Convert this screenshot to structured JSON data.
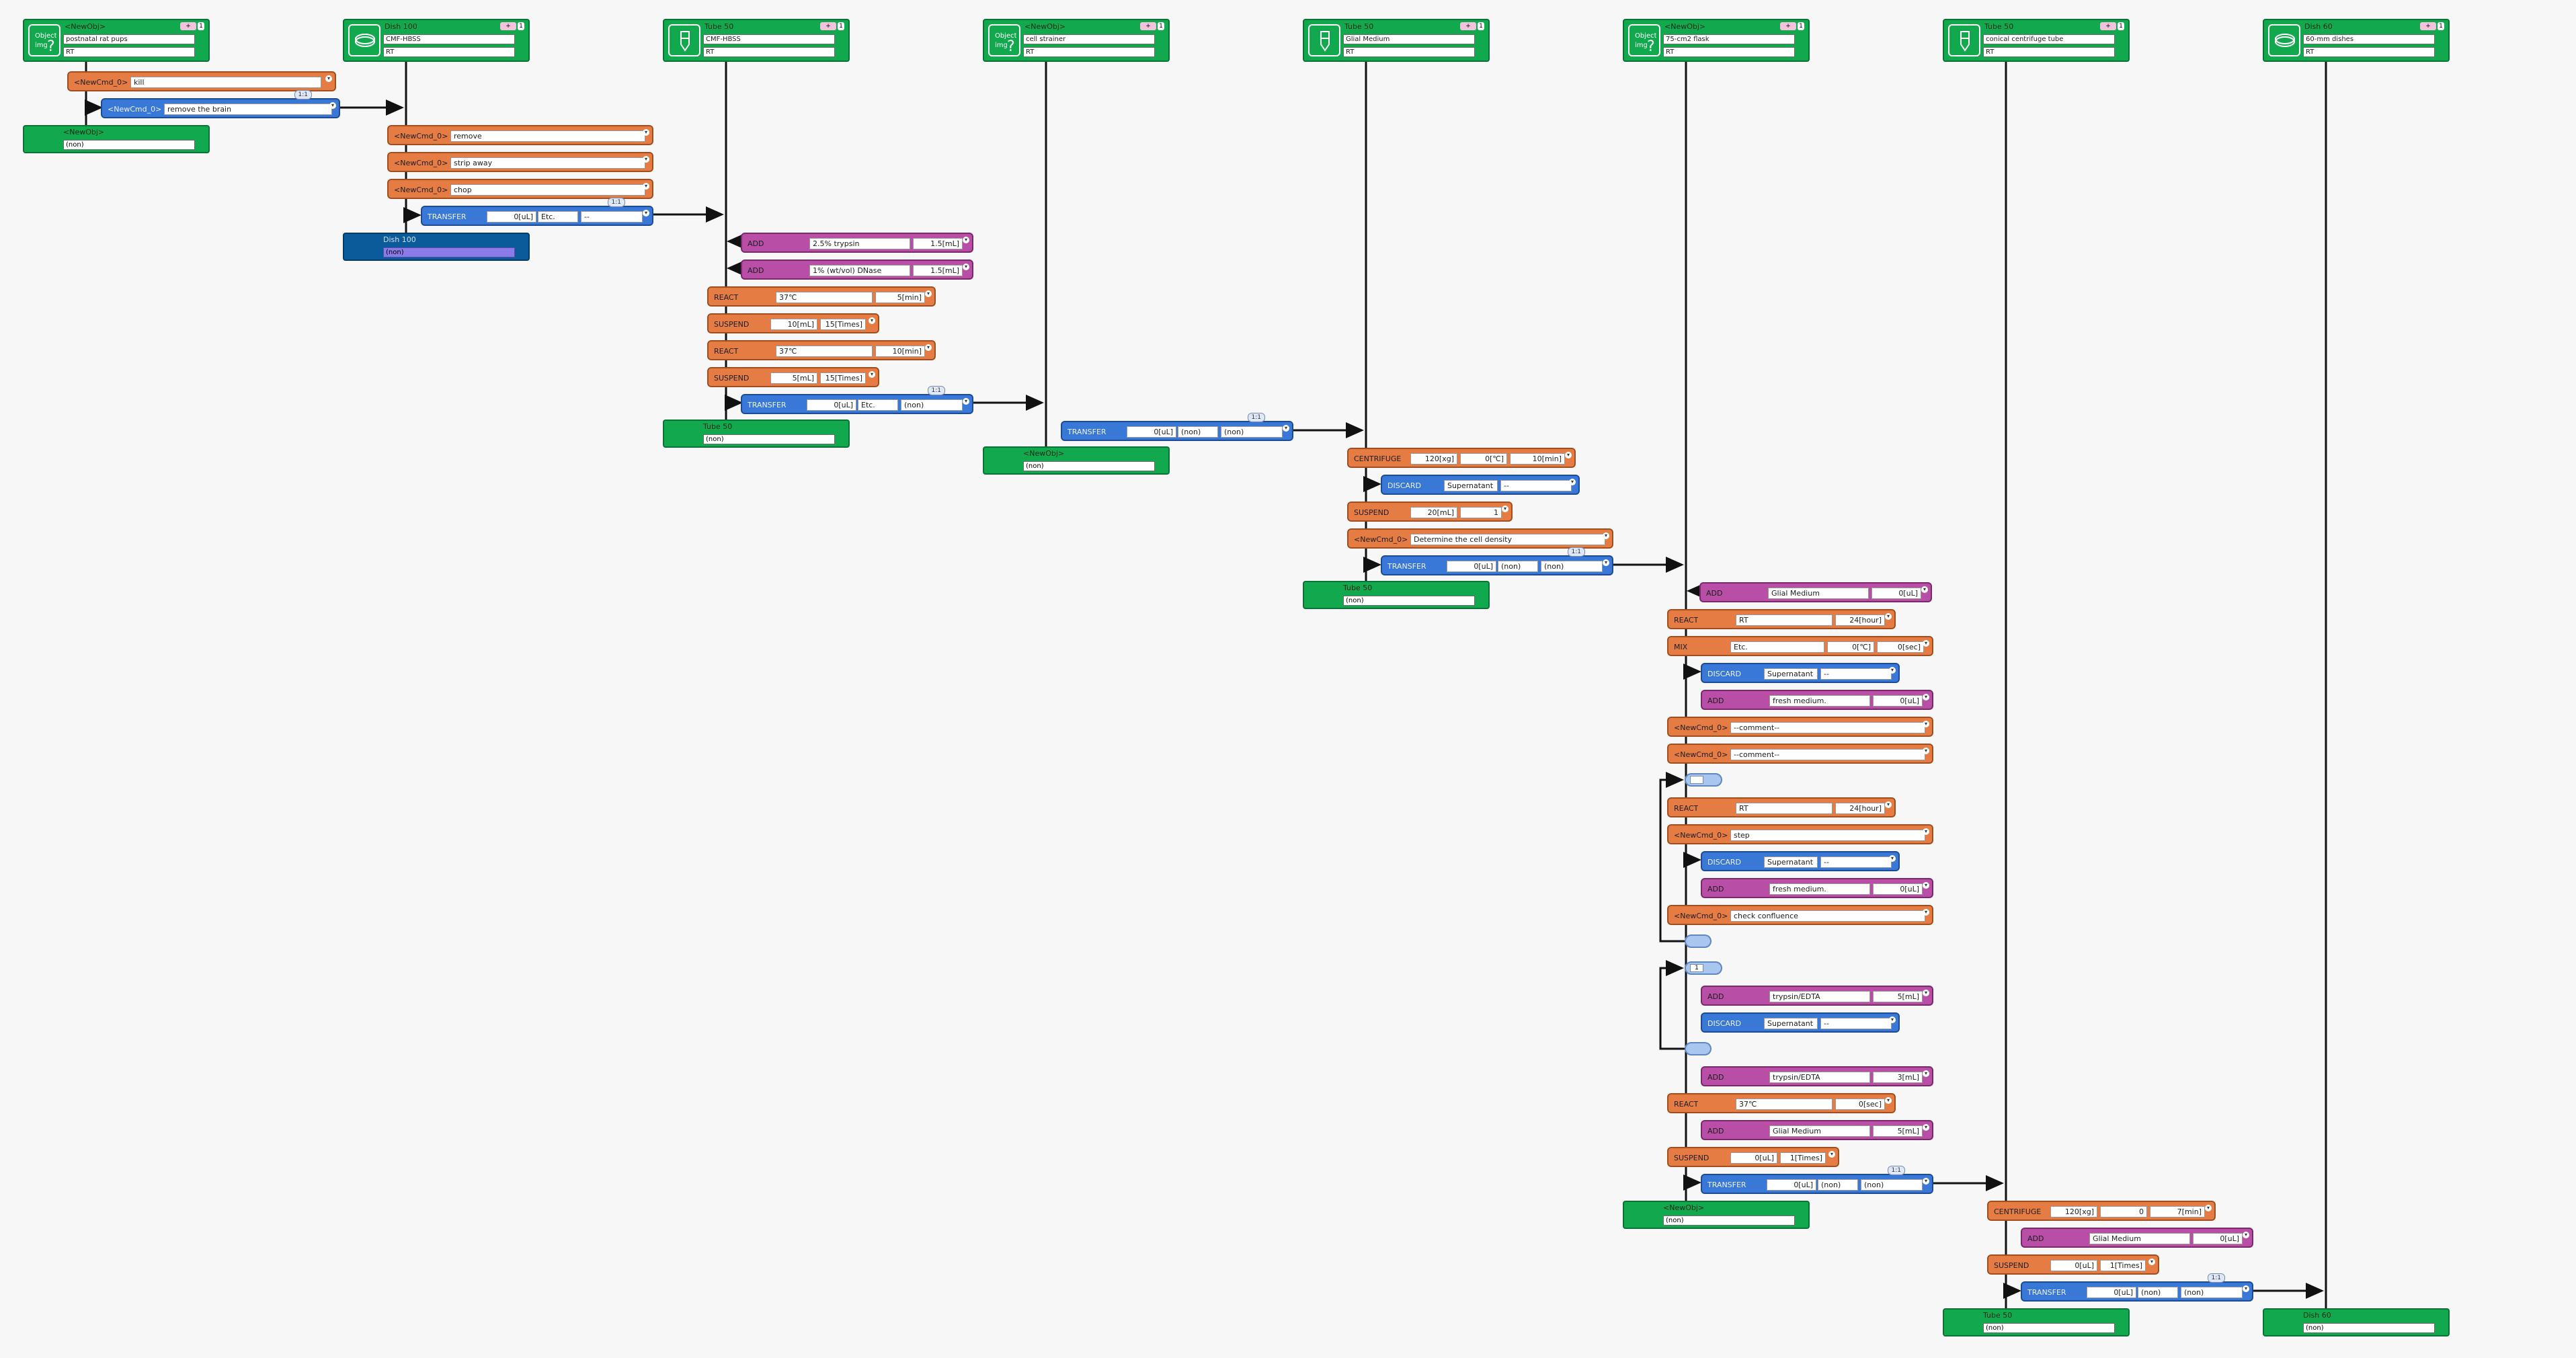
{
  "objects": [
    {
      "id": "o0",
      "title": "<NewObj>",
      "field1": "postnatal rat pups",
      "field2": "RT",
      "icon": "question-object-icon",
      "icon_text": "Object img",
      "tag": "+",
      "tag2": "1"
    },
    {
      "id": "o1",
      "title": "Dish 100",
      "field1": "CMF-HBSS",
      "field2": "RT",
      "icon": "dish-icon",
      "tag": "+",
      "tag2": "1"
    },
    {
      "id": "o2",
      "title": "Tube 50",
      "field1": "CMF-HBSS",
      "field2": "RT",
      "icon": "tube-icon",
      "tag": "+",
      "tag2": "1"
    },
    {
      "id": "o3",
      "title": "<NewObj>",
      "field1": "cell strainer",
      "field2": "RT",
      "icon": "question-object-icon",
      "icon_text": "Object img",
      "tag": "+",
      "tag2": "1"
    },
    {
      "id": "o4",
      "title": "Tube 50",
      "field1": "Glial Medium",
      "field2": "RT",
      "icon": "tube-icon",
      "tag": "+",
      "tag2": "1"
    },
    {
      "id": "o5",
      "title": "<NewObj>",
      "field1": "75-cm2 flask",
      "field2": "RT",
      "icon": "question-object-icon",
      "icon_text": "Object img",
      "tag": "+",
      "tag2": "1"
    },
    {
      "id": "o6",
      "title": "Tube 50",
      "field1": "conical centrifuge tube",
      "field2": "RT",
      "icon": "tube-icon",
      "tag": "+",
      "tag2": "1"
    },
    {
      "id": "o7",
      "title": "Dish 60",
      "field1": "60-mm dishes",
      "field2": "RT",
      "icon": "dish-icon",
      "tag": "+",
      "tag2": "1"
    }
  ],
  "outputs": [
    {
      "id": "q0",
      "title": "<NewObj>",
      "value": "(non)"
    },
    {
      "id": "q1",
      "title": "Dish 100",
      "value": "(non)"
    },
    {
      "id": "q2",
      "title": "Tube 50",
      "value": "(non)"
    },
    {
      "id": "q3",
      "title": "<NewObj>",
      "value": "(non)"
    },
    {
      "id": "q4",
      "title": "Tube 50",
      "value": "(non)"
    },
    {
      "id": "q5",
      "title": "<NewObj>",
      "value": "(non)"
    },
    {
      "id": "q6",
      "title": "Tube 50",
      "value": "(non)"
    },
    {
      "id": "q7",
      "title": "Dish 60",
      "value": "(non)"
    }
  ],
  "commands": [
    {
      "id": "c1",
      "label": "<NewCmd_0>",
      "color": "orange",
      "fields": [
        "kill"
      ]
    },
    {
      "id": "c2",
      "label": "<NewCmd_0>",
      "color": "blue",
      "fields": [
        "remove the brain"
      ],
      "badge": "1:1"
    },
    {
      "id": "c3",
      "label": "<NewCmd_0>",
      "color": "orange",
      "fields": [
        "remove"
      ]
    },
    {
      "id": "c4",
      "label": "<NewCmd_0>",
      "color": "orange",
      "fields": [
        "strip away"
      ]
    },
    {
      "id": "c5",
      "label": "<NewCmd_0>",
      "color": "orange",
      "fields": [
        "chop"
      ]
    },
    {
      "id": "c6",
      "label": "TRANSFER",
      "color": "blue",
      "fields": [
        "0[uL]",
        "Etc.",
        "--"
      ],
      "badge": "1:1"
    },
    {
      "id": "c7",
      "label": "ADD",
      "color": "purple",
      "fields": [
        "2.5% trypsin",
        "1.5[mL]"
      ]
    },
    {
      "id": "c8",
      "label": "ADD",
      "color": "purple",
      "fields": [
        "1% (wt/vol) DNase",
        "1.5[mL]"
      ]
    },
    {
      "id": "c9",
      "label": "REACT",
      "color": "orange",
      "fields": [
        "37℃",
        "5[min]"
      ]
    },
    {
      "id": "c10",
      "label": "SUSPEND",
      "color": "orange",
      "fields": [
        "10[mL]",
        "15[Times]"
      ]
    },
    {
      "id": "c11",
      "label": "REACT",
      "color": "orange",
      "fields": [
        "37℃",
        "10[min]"
      ]
    },
    {
      "id": "c12",
      "label": "SUSPEND",
      "color": "orange",
      "fields": [
        "5[mL]",
        "15[Times]"
      ]
    },
    {
      "id": "c13",
      "label": "TRANSFER",
      "color": "blue",
      "fields": [
        "0[uL]",
        "Etc.",
        "(non)"
      ],
      "badge": "1:1"
    },
    {
      "id": "c14",
      "label": "TRANSFER",
      "color": "blue",
      "fields": [
        "0[uL]",
        "(non)",
        "(non)"
      ],
      "badge": "1:1"
    },
    {
      "id": "c15",
      "label": "CENTRIFUGE",
      "color": "orange",
      "fields": [
        "120[xg]",
        "0[℃]",
        "10[min]"
      ]
    },
    {
      "id": "c16",
      "label": "DISCARD",
      "color": "blue",
      "fields": [
        "Supernatant",
        "--"
      ]
    },
    {
      "id": "c17",
      "label": "SUSPEND",
      "color": "orange",
      "fields": [
        "20[mL]",
        "1"
      ]
    },
    {
      "id": "c18",
      "label": "<NewCmd_0>",
      "color": "orange",
      "fields": [
        "Determine the cell density"
      ]
    },
    {
      "id": "c19",
      "label": "TRANSFER",
      "color": "blue",
      "fields": [
        "0[uL]",
        "(non)",
        "(non)"
      ],
      "badge": "1:1"
    },
    {
      "id": "c20",
      "label": "ADD",
      "color": "purple",
      "fields": [
        "Glial Medium",
        "0[uL]"
      ]
    },
    {
      "id": "c21",
      "label": "REACT",
      "color": "orange",
      "fields": [
        "RT",
        "24[hour]"
      ]
    },
    {
      "id": "c22",
      "label": "MIX",
      "color": "orange",
      "fields": [
        "Etc.",
        "0[℃]",
        "0[sec]"
      ]
    },
    {
      "id": "c23",
      "label": "DISCARD",
      "color": "blue",
      "fields": [
        "Supernatant",
        "--"
      ]
    },
    {
      "id": "c24",
      "label": "ADD",
      "color": "purple",
      "fields": [
        "fresh medium.",
        "0[uL]"
      ]
    },
    {
      "id": "c25",
      "label": "<NewCmd_0>",
      "color": "orange",
      "fields": [
        "--comment--"
      ]
    },
    {
      "id": "c26",
      "label": "<NewCmd_0>",
      "color": "orange",
      "fields": [
        "--comment--"
      ]
    },
    {
      "id": "c27",
      "label": "REACT",
      "color": "orange",
      "fields": [
        "RT",
        "24[hour]"
      ]
    },
    {
      "id": "c28",
      "label": "<NewCmd_0>",
      "color": "orange",
      "fields": [
        "step"
      ]
    },
    {
      "id": "c29",
      "label": "DISCARD",
      "color": "blue",
      "fields": [
        "Supernatant",
        "--"
      ]
    },
    {
      "id": "c30",
      "label": "ADD",
      "color": "purple",
      "fields": [
        "fresh medium.",
        "0[uL]"
      ]
    },
    {
      "id": "c31",
      "label": "<NewCmd_0>",
      "color": "orange",
      "fields": [
        "check confluence"
      ]
    },
    {
      "id": "c32",
      "label": "ADD",
      "color": "purple",
      "fields": [
        "trypsin/EDTA",
        "5[mL]"
      ]
    },
    {
      "id": "c33",
      "label": "DISCARD",
      "color": "blue",
      "fields": [
        "Supernatant",
        "--"
      ]
    },
    {
      "id": "c34",
      "label": "ADD",
      "color": "purple",
      "fields": [
        "trypsin/EDTA",
        "3[mL]"
      ]
    },
    {
      "id": "c35",
      "label": "REACT",
      "color": "orange",
      "fields": [
        "37℃",
        "0[sec]"
      ]
    },
    {
      "id": "c36",
      "label": "ADD",
      "color": "purple",
      "fields": [
        "Glial Medium",
        "5[mL]"
      ]
    },
    {
      "id": "c37",
      "label": "SUSPEND",
      "color": "orange",
      "fields": [
        "0[uL]",
        "1[Times]"
      ]
    },
    {
      "id": "c38",
      "label": "TRANSFER",
      "color": "blue",
      "fields": [
        "0[uL]",
        "(non)",
        "(non)"
      ],
      "badge": "1:1"
    },
    {
      "id": "c39",
      "label": "CENTRIFUGE",
      "color": "orange",
      "fields": [
        "120[xg]",
        "0",
        "7[min]"
      ]
    },
    {
      "id": "c40",
      "label": "ADD",
      "color": "purple",
      "fields": [
        "Glial Medium",
        "0[uL]"
      ]
    },
    {
      "id": "c41",
      "label": "SUSPEND",
      "color": "orange",
      "fields": [
        "0[uL]",
        "1[Times]"
      ]
    },
    {
      "id": "c42",
      "label": "TRANSFER",
      "color": "blue",
      "fields": [
        "0[uL]",
        "(non)",
        "(non)"
      ],
      "badge": "1:1"
    }
  ],
  "loops": [
    {
      "id": "l1",
      "value": ""
    },
    {
      "id": "l2",
      "value": ""
    },
    {
      "id": "l3",
      "value": "1"
    },
    {
      "id": "l4",
      "value": ""
    }
  ],
  "colors": {
    "object": "#12a84e",
    "command": "#e57c44",
    "add": "#b84ea6",
    "transfer": "#3a78d8",
    "wire": "#111111"
  }
}
